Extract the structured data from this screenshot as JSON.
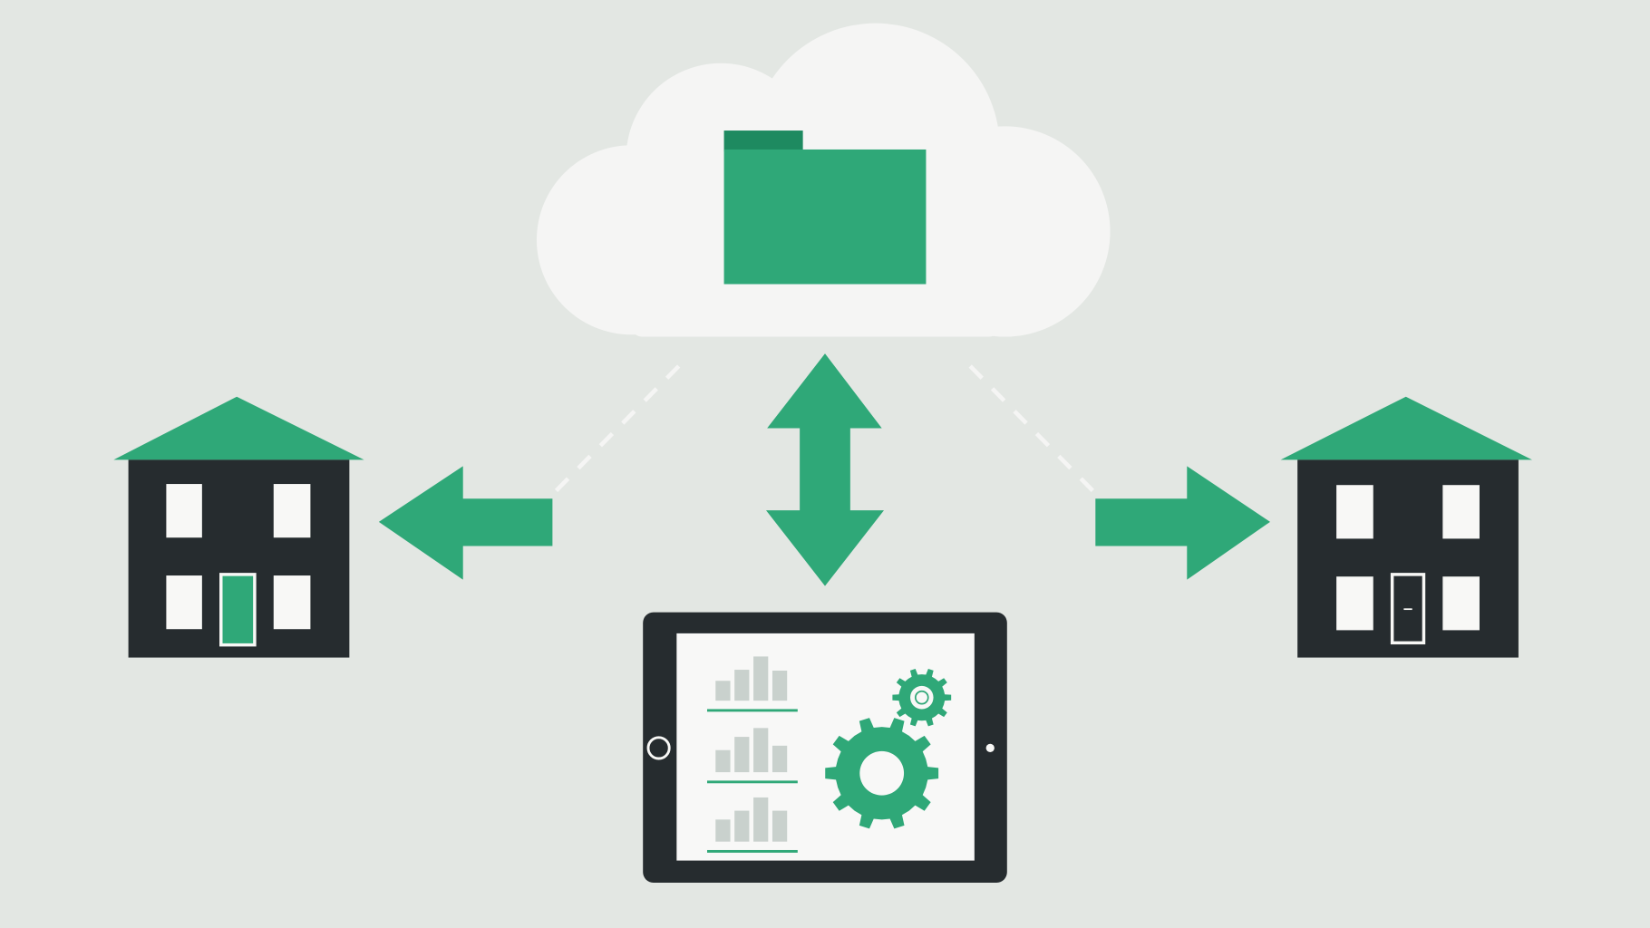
{
  "colors": {
    "background": "#e3e7e3",
    "cloud": "#f5f5f4",
    "green": "#2fa878",
    "green_dark": "#1e8a60",
    "dark": "#262c2f",
    "window": "#f8f8f6",
    "bar_gray": "#c9d1cd",
    "screen": "#f8f8f7",
    "dashed": "#f5f5f4"
  },
  "icons": [
    "cloud-icon",
    "folder-icon",
    "house-icon",
    "arrow-left-icon",
    "arrow-right-icon",
    "double-arrow-vertical-icon",
    "tablet-icon",
    "bar-chart-icon",
    "gear-icon"
  ],
  "tablet": {
    "charts": [
      {
        "values": [
          0.45,
          0.7,
          1.0,
          0.68
        ]
      },
      {
        "values": [
          0.5,
          0.8,
          1.0,
          0.6
        ]
      },
      {
        "values": [
          0.5,
          0.7,
          1.0,
          0.7
        ]
      }
    ]
  }
}
